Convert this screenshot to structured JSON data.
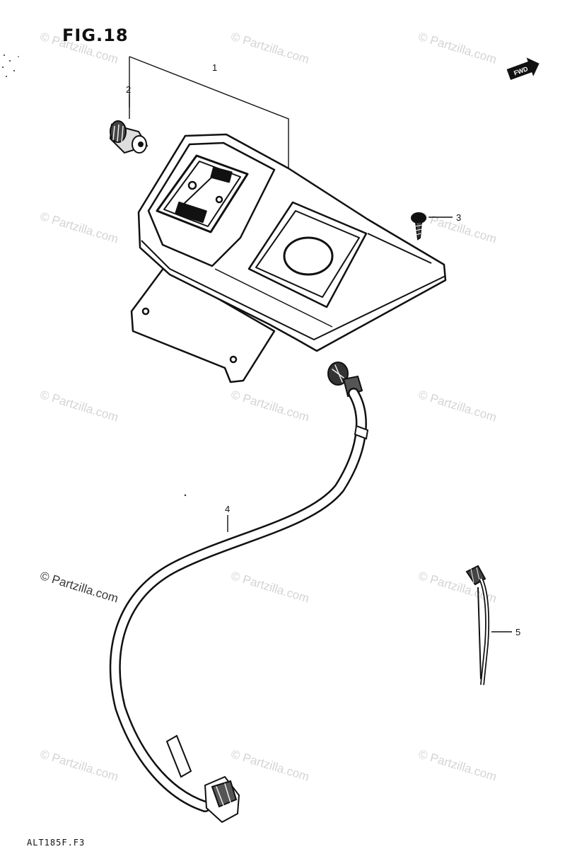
{
  "figure": {
    "title": "FIG.18",
    "model_code": "ALT185F.F3"
  },
  "callouts": [
    {
      "id": "1",
      "label": "1"
    },
    {
      "id": "2",
      "label": "2"
    },
    {
      "id": "3",
      "label": "3"
    },
    {
      "id": "4",
      "label": "4"
    },
    {
      "id": "5",
      "label": "5"
    }
  ],
  "watermark": {
    "text": "© Partzilla.com"
  },
  "front_marker": {
    "label": "FWD"
  }
}
